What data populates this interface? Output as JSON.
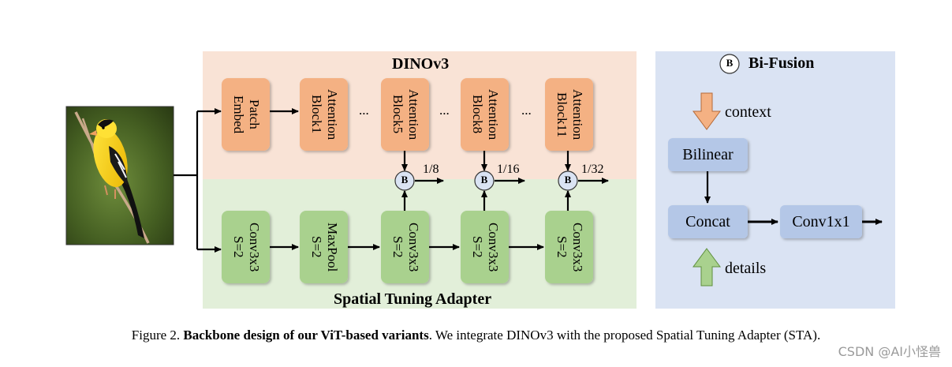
{
  "dinov3": {
    "title": "DINOv3",
    "blocks": [
      {
        "text": "Patch\nEmbed"
      },
      {
        "text": "Attention\nBlock1"
      },
      {
        "text": "Attention\nBlock5"
      },
      {
        "text": "Attention\nBlock8"
      },
      {
        "text": "Attention\nBlock11"
      }
    ],
    "ellipsis": "..."
  },
  "sta": {
    "title": "Spatial Tuning Adapter",
    "blocks": [
      {
        "text": "Conv3x3\nS=2"
      },
      {
        "text": "MaxPool\nS=2"
      },
      {
        "text": "Conv3x3\nS=2"
      },
      {
        "text": "Conv3x3\nS=2"
      },
      {
        "text": "Conv3x3\nS=2"
      }
    ]
  },
  "fusion_symbol": "B",
  "outputs": [
    "1/8",
    "1/16",
    "1/32"
  ],
  "bifusion": {
    "symbol": "B",
    "title": "Bi-Fusion",
    "context": "context",
    "details": "details",
    "bilinear": "Bilinear",
    "concat": "Concat",
    "conv": "Conv1x1"
  },
  "caption": {
    "prefix": "Figure 2. ",
    "bold": "Backbone design of our ViT-based variants",
    "rest": ". We integrate DINOv3 with the proposed Spatial Tuning Adapter (STA)."
  },
  "watermark": "CSDN @AI小怪兽",
  "colors": {
    "dino_bg": "#f9e3d6",
    "sta_bg": "#e2efd9",
    "bifusion_bg": "#dae3f3",
    "orange_block": "#f4b183",
    "green_block": "#a9d18e",
    "blue_block": "#b4c7e7"
  }
}
